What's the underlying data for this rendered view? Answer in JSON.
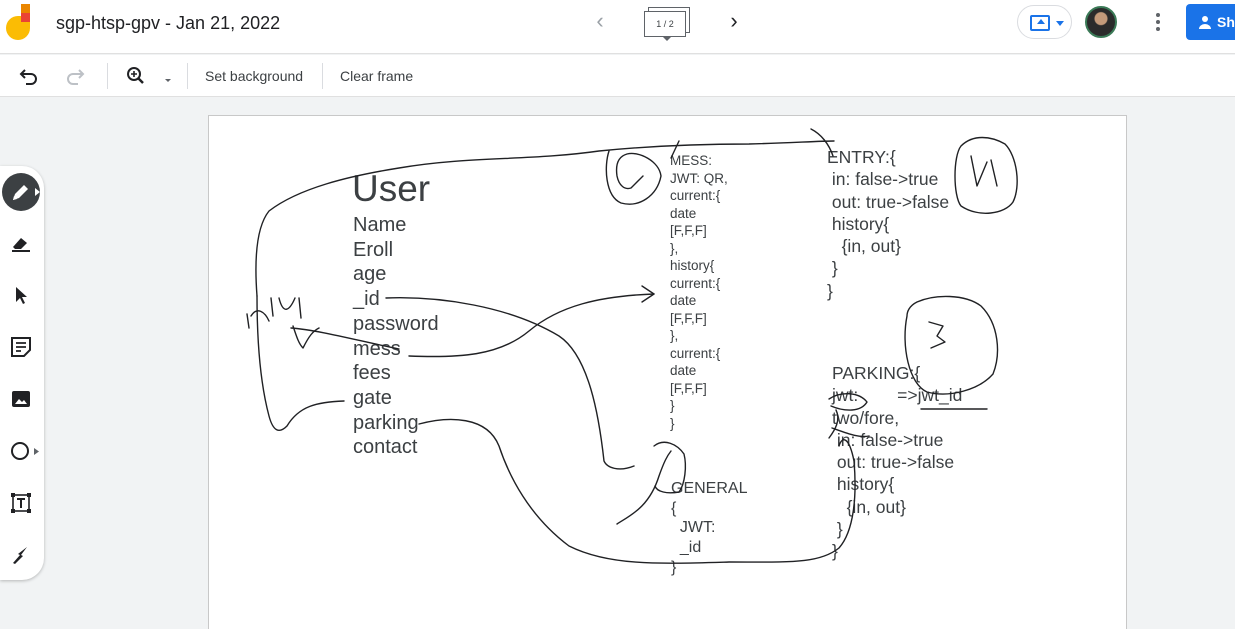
{
  "header": {
    "title": "sgp-htsp-gpv - Jan 21, 2022",
    "frame_indicator": "1 / 2",
    "share_label": "Sh"
  },
  "toolbar": {
    "set_background": "Set background",
    "clear_frame": "Clear frame"
  },
  "tools": [
    "pen",
    "eraser",
    "select",
    "sticky-note",
    "image",
    "shape",
    "text-box",
    "laser"
  ],
  "colors": {
    "accent": "#1a73e8",
    "active_tool": "#3c4043",
    "ink": "#202124"
  },
  "board": {
    "user_title": "User",
    "user_fields": "Name\nEroll\nage\n_id\npassword\nmess\nfees\ngate\nparking\ncontact",
    "mess_block": "MESS:\nJWT: QR,\ncurrent:{\ndate\n[F,F,F]\n},\nhistory{\ncurrent:{\ndate\n[F,F,F]\n},\ncurrent:{\ndate\n[F,F,F]\n}\n}",
    "entry_block": "ENTRY:{\n in: false->true\n out: true->false\n history{\n   {in, out}\n }\n}",
    "parking_block": "PARKING:{\njwt:        =>jwt_id\ntwo/fore,\n in: false->true\n out: true->false\n history{\n   {in, out}\n }\n}",
    "general_block": "GENERAL\n{\n  JWT:\n  _id\n}"
  }
}
